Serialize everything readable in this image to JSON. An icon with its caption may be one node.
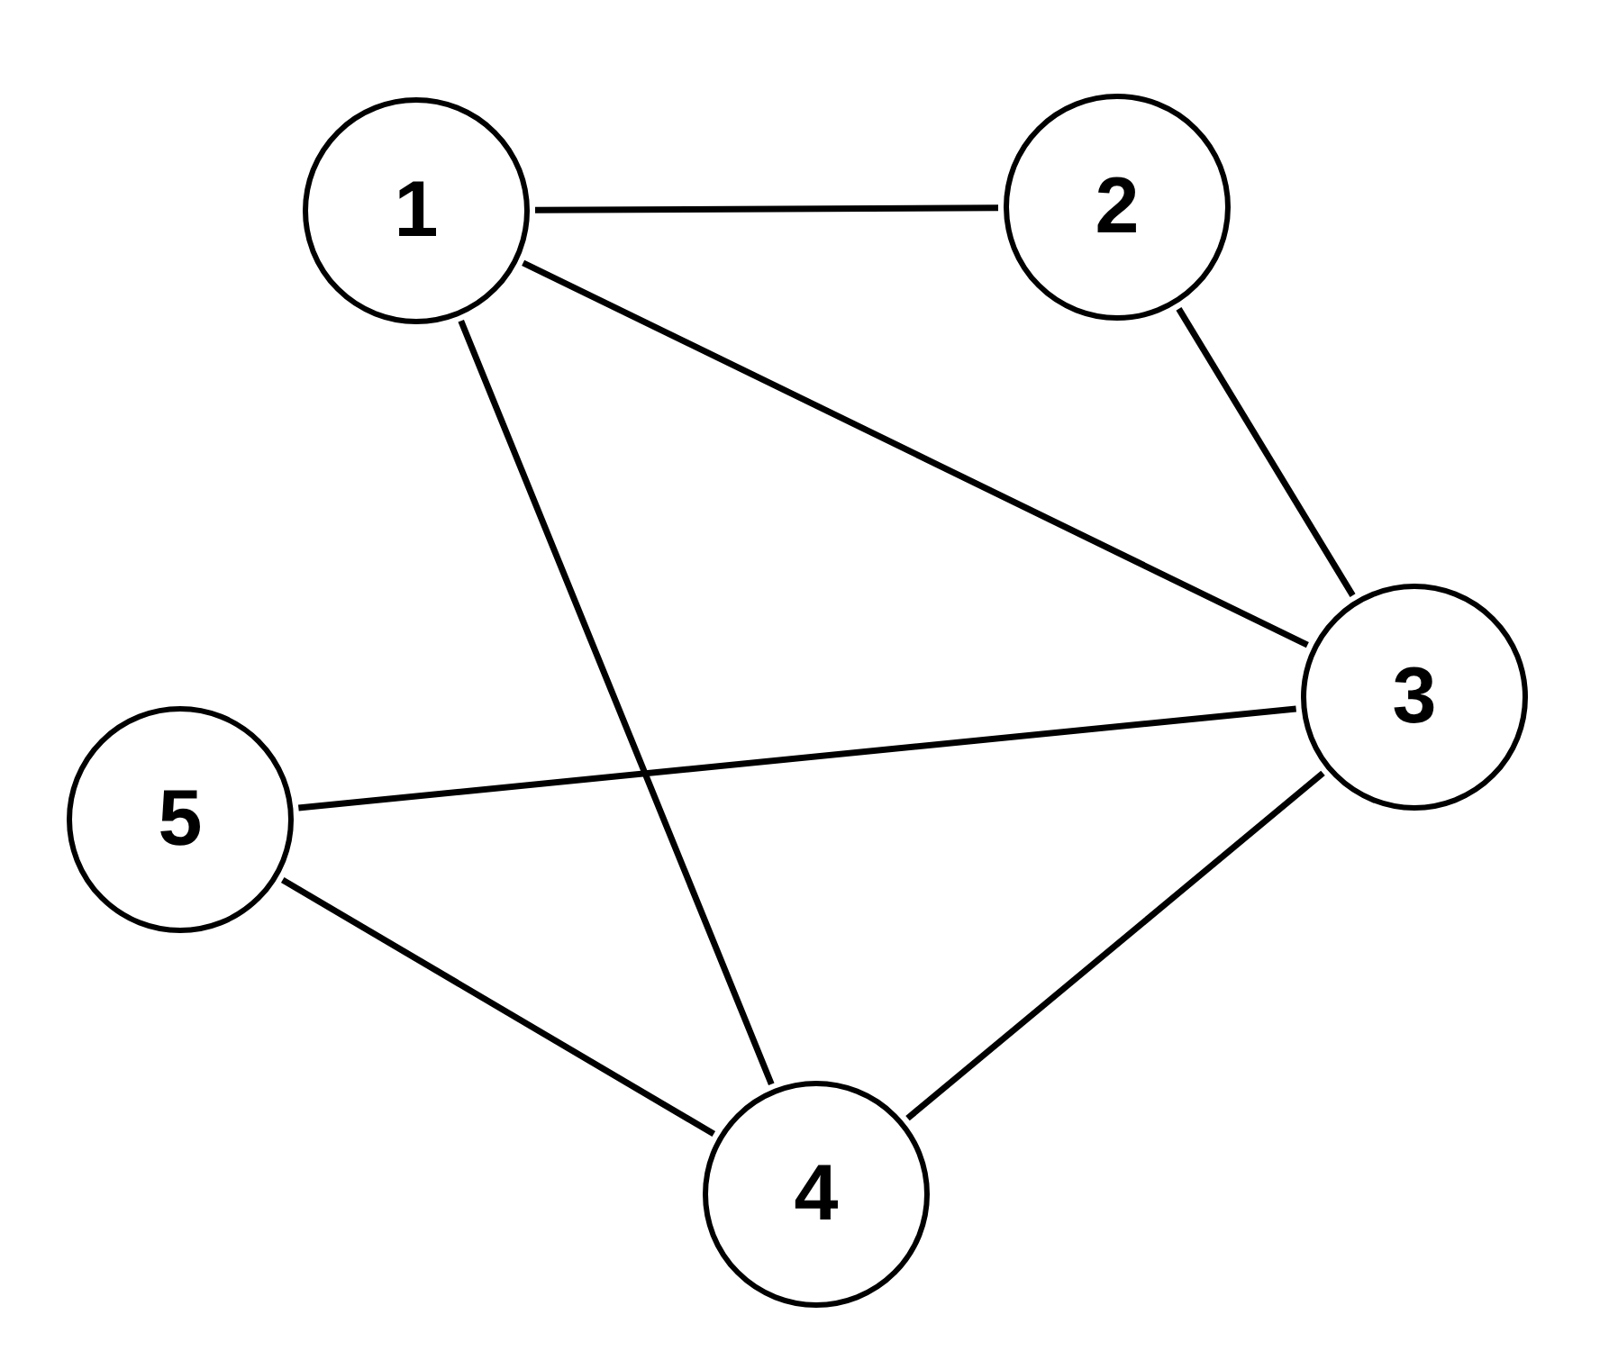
{
  "diagram": {
    "nodes": [
      {
        "text": [
          "1"
        ]
      },
      {
        "text": [
          "2"
        ]
      },
      {
        "text": [
          "3"
        ]
      },
      {
        "text": [
          "4"
        ]
      },
      {
        "text": [
          "5"
        ]
      }
    ],
    "edges": [
      {
        "from": 0,
        "to": 1,
        "arrow": "none"
      },
      {
        "from": 0,
        "to": 2,
        "arrow": "none"
      },
      {
        "from": 0,
        "to": 3,
        "arrow": "none"
      },
      {
        "from": 1,
        "to": 2,
        "arrow": "none"
      },
      {
        "from": 4,
        "to": 2,
        "arrow": "none"
      },
      {
        "from": 4,
        "to": 3,
        "arrow": "none"
      },
      {
        "from": 3,
        "to": 2,
        "arrow": "none"
      }
    ]
  }
}
